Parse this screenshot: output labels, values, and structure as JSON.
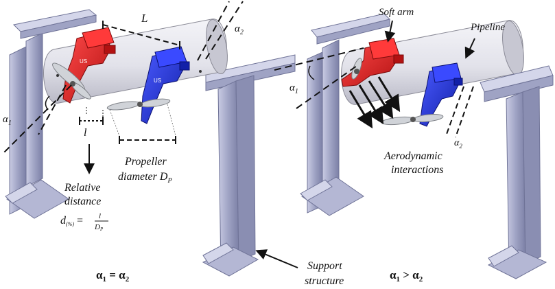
{
  "colors": {
    "frame": "#9fa3c4",
    "frame_dark": "#6f7397",
    "frame_light": "#d4d6ea",
    "pipe": "#e6e6ee",
    "pipe_shade": "#b8b8c4",
    "red_arm": "#e02020",
    "blue_arm": "#2030d8",
    "propeller": "#d0d3d8"
  },
  "icons": {
    "red_arm": "soft-arm-red",
    "blue_arm": "soft-arm-blue",
    "propeller": "propeller",
    "frame": "aluminium-profile-frame"
  },
  "left": {
    "length_label": "L",
    "alpha2": "α",
    "alpha2_sub": "2",
    "alpha1": "α",
    "alpha1_sub": "1",
    "distance_symbol": "l",
    "propeller_line1": "Propeller",
    "propeller_line2": "diameter D",
    "propeller_sub": "P",
    "relative_line1": "Relative",
    "relative_line2": "distance",
    "formula_lhs": "d",
    "formula_pct": "(%)",
    "formula_eq": " = ",
    "formula_num": "l",
    "formula_den": "D",
    "formula_den_sub": "P",
    "caption_a": "α",
    "caption_s1": "1",
    "caption_op": " = α",
    "caption_s2": "2"
  },
  "right": {
    "soft_arm": "Soft arm",
    "pipeline": "Pipeline",
    "alpha1": "α",
    "alpha1_sub": "1",
    "alpha2": "α",
    "alpha2_sub": "2",
    "aero_line1": "Aerodynamic",
    "aero_line2": "interactions",
    "support_line1": "Support",
    "support_line2": "structure",
    "caption_a": "α",
    "caption_s1": "1",
    "caption_op": " > α",
    "caption_s2": "2"
  }
}
